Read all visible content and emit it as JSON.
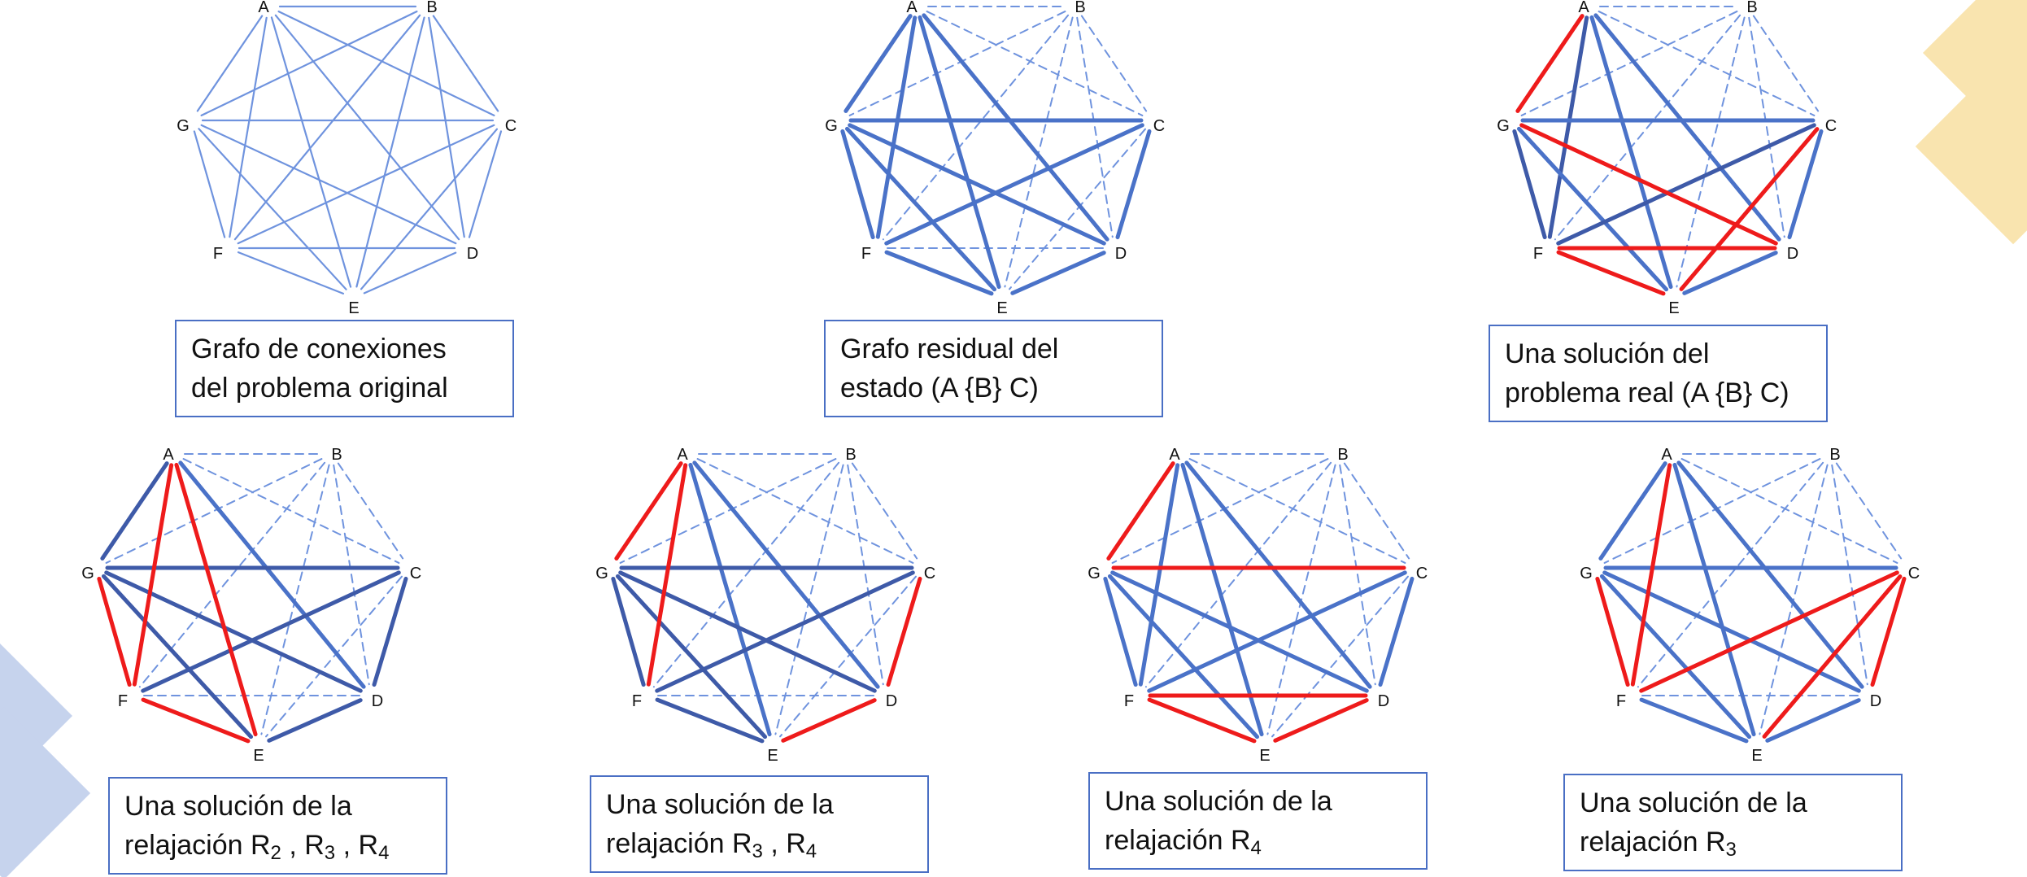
{
  "colors": {
    "thin_edge": "#6f93de",
    "dashed_edge": "#6f93de",
    "bold_edge": "#4a72c8",
    "dark_edge": "#3e5aa8",
    "red_edge": "#ee1b1b",
    "caption_border": "#4a6fc4",
    "deco_gold": "#f5cf6e",
    "deco_blue": "#8fa8dc"
  },
  "node_labels": [
    "A",
    "B",
    "C",
    "D",
    "E",
    "F",
    "G"
  ],
  "graphs": [
    {
      "id": "original",
      "edges": [
        [
          "A",
          "B",
          "thin"
        ],
        [
          "A",
          "C",
          "thin"
        ],
        [
          "A",
          "D",
          "thin"
        ],
        [
          "A",
          "E",
          "thin"
        ],
        [
          "A",
          "F",
          "thin"
        ],
        [
          "A",
          "G",
          "thin"
        ],
        [
          "B",
          "C",
          "thin"
        ],
        [
          "B",
          "D",
          "thin"
        ],
        [
          "B",
          "E",
          "thin"
        ],
        [
          "B",
          "F",
          "thin"
        ],
        [
          "B",
          "G",
          "thin"
        ],
        [
          "C",
          "D",
          "thin"
        ],
        [
          "C",
          "E",
          "thin"
        ],
        [
          "C",
          "F",
          "thin"
        ],
        [
          "C",
          "G",
          "thin"
        ],
        [
          "D",
          "E",
          "thin"
        ],
        [
          "D",
          "F",
          "thin"
        ],
        [
          "D",
          "G",
          "thin"
        ],
        [
          "E",
          "F",
          "thin"
        ],
        [
          "E",
          "G",
          "thin"
        ],
        [
          "F",
          "G",
          "thin"
        ]
      ]
    },
    {
      "id": "residual",
      "edges": [
        [
          "A",
          "B",
          "dashed"
        ],
        [
          "B",
          "C",
          "dashed"
        ],
        [
          "B",
          "D",
          "dashed"
        ],
        [
          "B",
          "E",
          "dashed"
        ],
        [
          "B",
          "F",
          "dashed"
        ],
        [
          "B",
          "G",
          "dashed"
        ],
        [
          "A",
          "C",
          "dashed"
        ],
        [
          "C",
          "E",
          "dashed"
        ],
        [
          "D",
          "F",
          "dashed"
        ],
        [
          "A",
          "G",
          "bold"
        ],
        [
          "A",
          "F",
          "bold"
        ],
        [
          "A",
          "E",
          "bold"
        ],
        [
          "A",
          "D",
          "bold"
        ],
        [
          "G",
          "C",
          "bold"
        ],
        [
          "G",
          "F",
          "bold"
        ],
        [
          "G",
          "D",
          "bold"
        ],
        [
          "G",
          "E",
          "bold"
        ],
        [
          "C",
          "D",
          "bold"
        ],
        [
          "C",
          "F",
          "bold"
        ],
        [
          "F",
          "E",
          "bold"
        ],
        [
          "E",
          "D",
          "bold"
        ]
      ]
    },
    {
      "id": "solution-real",
      "edges": [
        [
          "A",
          "B",
          "dashed"
        ],
        [
          "B",
          "C",
          "dashed"
        ],
        [
          "B",
          "D",
          "dashed"
        ],
        [
          "B",
          "E",
          "dashed"
        ],
        [
          "B",
          "F",
          "dashed"
        ],
        [
          "B",
          "G",
          "dashed"
        ],
        [
          "A",
          "C",
          "dashed"
        ],
        [
          "C",
          "E",
          "dashed"
        ],
        [
          "D",
          "F",
          "dashed"
        ],
        [
          "A",
          "G",
          "red"
        ],
        [
          "G",
          "D",
          "red"
        ],
        [
          "D",
          "F",
          "red"
        ],
        [
          "F",
          "E",
          "red"
        ],
        [
          "E",
          "C",
          "red"
        ],
        [
          "A",
          "F",
          "dark"
        ],
        [
          "A",
          "E",
          "bold"
        ],
        [
          "A",
          "D",
          "bold"
        ],
        [
          "G",
          "C",
          "bold"
        ],
        [
          "G",
          "F",
          "dark"
        ],
        [
          "G",
          "E",
          "bold"
        ],
        [
          "C",
          "D",
          "bold"
        ],
        [
          "C",
          "F",
          "dark"
        ],
        [
          "E",
          "D",
          "bold"
        ]
      ]
    },
    {
      "id": "relax-r2-r3-r4",
      "edges": [
        [
          "A",
          "B",
          "dashed"
        ],
        [
          "B",
          "C",
          "dashed"
        ],
        [
          "B",
          "D",
          "dashed"
        ],
        [
          "B",
          "E",
          "dashed"
        ],
        [
          "B",
          "F",
          "dashed"
        ],
        [
          "B",
          "G",
          "dashed"
        ],
        [
          "A",
          "C",
          "dashed"
        ],
        [
          "C",
          "E",
          "dashed"
        ],
        [
          "D",
          "F",
          "dashed"
        ],
        [
          "A",
          "F",
          "red"
        ],
        [
          "A",
          "E",
          "red"
        ],
        [
          "G",
          "F",
          "red"
        ],
        [
          "F",
          "E",
          "red"
        ],
        [
          "A",
          "G",
          "dark"
        ],
        [
          "A",
          "D",
          "bold"
        ],
        [
          "G",
          "C",
          "dark"
        ],
        [
          "G",
          "D",
          "dark"
        ],
        [
          "G",
          "E",
          "dark"
        ],
        [
          "C",
          "D",
          "dark"
        ],
        [
          "C",
          "F",
          "dark"
        ],
        [
          "E",
          "D",
          "dark"
        ]
      ]
    },
    {
      "id": "relax-r3-r4",
      "edges": [
        [
          "A",
          "B",
          "dashed"
        ],
        [
          "B",
          "C",
          "dashed"
        ],
        [
          "B",
          "D",
          "dashed"
        ],
        [
          "B",
          "E",
          "dashed"
        ],
        [
          "B",
          "F",
          "dashed"
        ],
        [
          "B",
          "G",
          "dashed"
        ],
        [
          "A",
          "C",
          "dashed"
        ],
        [
          "C",
          "E",
          "dashed"
        ],
        [
          "D",
          "F",
          "dashed"
        ],
        [
          "A",
          "G",
          "red"
        ],
        [
          "A",
          "F",
          "red"
        ],
        [
          "C",
          "D",
          "red"
        ],
        [
          "D",
          "E",
          "red"
        ],
        [
          "A",
          "E",
          "bold"
        ],
        [
          "A",
          "D",
          "bold"
        ],
        [
          "G",
          "C",
          "dark"
        ],
        [
          "G",
          "F",
          "dark"
        ],
        [
          "G",
          "D",
          "dark"
        ],
        [
          "G",
          "E",
          "dark"
        ],
        [
          "C",
          "F",
          "dark"
        ],
        [
          "F",
          "E",
          "dark"
        ]
      ]
    },
    {
      "id": "relax-r4",
      "edges": [
        [
          "A",
          "B",
          "dashed"
        ],
        [
          "B",
          "C",
          "dashed"
        ],
        [
          "B",
          "D",
          "dashed"
        ],
        [
          "B",
          "E",
          "dashed"
        ],
        [
          "B",
          "F",
          "dashed"
        ],
        [
          "B",
          "G",
          "dashed"
        ],
        [
          "A",
          "C",
          "dashed"
        ],
        [
          "C",
          "E",
          "dashed"
        ],
        [
          "D",
          "F",
          "dashed"
        ],
        [
          "A",
          "G",
          "red"
        ],
        [
          "G",
          "C",
          "red"
        ],
        [
          "F",
          "D",
          "red"
        ],
        [
          "F",
          "E",
          "red"
        ],
        [
          "E",
          "D",
          "red"
        ],
        [
          "A",
          "F",
          "bold"
        ],
        [
          "A",
          "E",
          "bold"
        ],
        [
          "A",
          "D",
          "bold"
        ],
        [
          "G",
          "F",
          "bold"
        ],
        [
          "G",
          "D",
          "bold"
        ],
        [
          "G",
          "E",
          "bold"
        ],
        [
          "C",
          "D",
          "bold"
        ],
        [
          "C",
          "F",
          "bold"
        ]
      ]
    },
    {
      "id": "relax-r3",
      "edges": [
        [
          "A",
          "B",
          "dashed"
        ],
        [
          "B",
          "C",
          "dashed"
        ],
        [
          "B",
          "D",
          "dashed"
        ],
        [
          "B",
          "E",
          "dashed"
        ],
        [
          "B",
          "F",
          "dashed"
        ],
        [
          "B",
          "G",
          "dashed"
        ],
        [
          "A",
          "C",
          "dashed"
        ],
        [
          "C",
          "E",
          "dashed"
        ],
        [
          "D",
          "F",
          "dashed"
        ],
        [
          "A",
          "F",
          "red"
        ],
        [
          "G",
          "F",
          "red"
        ],
        [
          "F",
          "C",
          "red"
        ],
        [
          "C",
          "D",
          "red"
        ],
        [
          "C",
          "E",
          "red"
        ],
        [
          "A",
          "G",
          "bold"
        ],
        [
          "A",
          "E",
          "bold"
        ],
        [
          "A",
          "D",
          "bold"
        ],
        [
          "G",
          "C",
          "bold"
        ],
        [
          "G",
          "D",
          "bold"
        ],
        [
          "G",
          "E",
          "bold"
        ],
        [
          "F",
          "E",
          "bold"
        ],
        [
          "E",
          "D",
          "bold"
        ]
      ]
    }
  ],
  "captions": [
    {
      "lines": [
        {
          "text": "Grafo de conexiones"
        },
        {
          "text": "del problema original"
        }
      ]
    },
    {
      "lines": [
        {
          "text": "Grafo residual del"
        },
        {
          "text": "estado (A {B} C)"
        }
      ]
    },
    {
      "lines": [
        {
          "text": "Una solución del"
        },
        {
          "text": "problema real (A {B} C)"
        }
      ]
    },
    {
      "lines": [
        {
          "text": "Una solución de la"
        },
        {
          "segments": [
            {
              "t": "relajación R"
            },
            {
              "sub": "2"
            },
            {
              "t": " , R"
            },
            {
              "sub": "3"
            },
            {
              "t": " , R"
            },
            {
              "sub": "4"
            }
          ]
        }
      ]
    },
    {
      "lines": [
        {
          "text": "Una solución de la"
        },
        {
          "segments": [
            {
              "t": "relajación R"
            },
            {
              "sub": "3"
            },
            {
              "t": " , R"
            },
            {
              "sub": "4"
            }
          ]
        }
      ]
    },
    {
      "lines": [
        {
          "text": "Una solución de la"
        },
        {
          "segments": [
            {
              "t": "relajación R"
            },
            {
              "sub": "4"
            }
          ]
        }
      ]
    },
    {
      "lines": [
        {
          "text": "Una solución de la"
        },
        {
          "segments": [
            {
              "t": "relajación R"
            },
            {
              "sub": "3"
            }
          ]
        }
      ]
    }
  ]
}
